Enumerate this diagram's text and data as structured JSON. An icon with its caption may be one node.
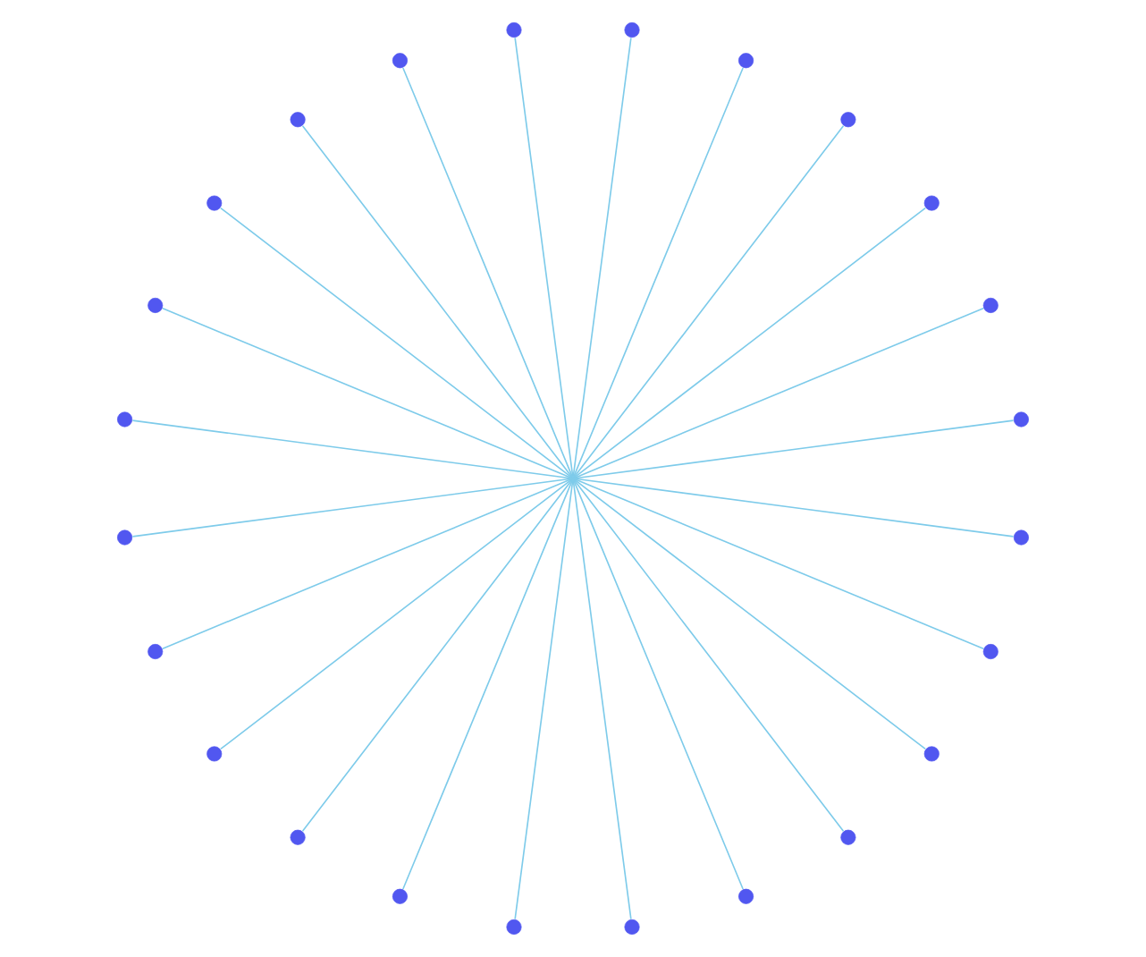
{
  "diagram": {
    "nodes": [
      {
        "text": [],
        "shape": "point"
      },
      {
        "text": [],
        "shape": "circle"
      },
      {
        "text": [],
        "shape": "circle"
      },
      {
        "text": [],
        "shape": "circle"
      },
      {
        "text": [],
        "shape": "circle"
      },
      {
        "text": [],
        "shape": "circle"
      },
      {
        "text": [],
        "shape": "circle"
      },
      {
        "text": [],
        "shape": "circle"
      },
      {
        "text": [],
        "shape": "circle"
      },
      {
        "text": [],
        "shape": "circle"
      },
      {
        "text": [],
        "shape": "circle"
      },
      {
        "text": [],
        "shape": "circle"
      },
      {
        "text": [],
        "shape": "circle"
      },
      {
        "text": [],
        "shape": "circle"
      },
      {
        "text": [],
        "shape": "circle"
      },
      {
        "text": [],
        "shape": "circle"
      },
      {
        "text": [],
        "shape": "circle"
      },
      {
        "text": [],
        "shape": "circle"
      },
      {
        "text": [],
        "shape": "circle"
      },
      {
        "text": [],
        "shape": "circle"
      },
      {
        "text": [],
        "shape": "circle"
      },
      {
        "text": [],
        "shape": "circle"
      },
      {
        "text": [],
        "shape": "circle"
      },
      {
        "text": [],
        "shape": "circle"
      },
      {
        "text": [],
        "shape": "circle"
      }
    ],
    "edges": [
      {
        "from": 0,
        "to": 4,
        "arrow": "none"
      },
      {
        "from": 0,
        "to": 3,
        "arrow": "none"
      },
      {
        "from": 0,
        "to": 2,
        "arrow": "none"
      },
      {
        "from": 0,
        "to": 8,
        "arrow": "none"
      },
      {
        "from": 0,
        "to": 9,
        "arrow": "none"
      },
      {
        "from": 0,
        "to": 12,
        "arrow": "none"
      },
      {
        "from": 0,
        "to": 13,
        "arrow": "none"
      },
      {
        "from": 0,
        "to": 16,
        "arrow": "none"
      },
      {
        "from": 0,
        "to": 17,
        "arrow": "none"
      },
      {
        "from": 0,
        "to": 19,
        "arrow": "none"
      },
      {
        "from": 0,
        "to": 24,
        "arrow": "none"
      },
      {
        "from": 0,
        "to": 20,
        "arrow": "none"
      },
      {
        "from": 0,
        "to": 23,
        "arrow": "none"
      },
      {
        "from": 0,
        "to": 22,
        "arrow": "none"
      },
      {
        "from": 0,
        "to": 21,
        "arrow": "none"
      },
      {
        "from": 0,
        "to": 18,
        "arrow": "none"
      },
      {
        "from": 0,
        "to": 15,
        "arrow": "none"
      },
      {
        "from": 0,
        "to": 14,
        "arrow": "none"
      },
      {
        "from": 0,
        "to": 11,
        "arrow": "none"
      },
      {
        "from": 0,
        "to": 10,
        "arrow": "none"
      },
      {
        "from": 0,
        "to": 7,
        "arrow": "none"
      },
      {
        "from": 0,
        "to": 5,
        "arrow": "none"
      },
      {
        "from": 0,
        "to": 6,
        "arrow": "none"
      },
      {
        "from": 0,
        "to": 1,
        "arrow": "none"
      }
    ]
  }
}
